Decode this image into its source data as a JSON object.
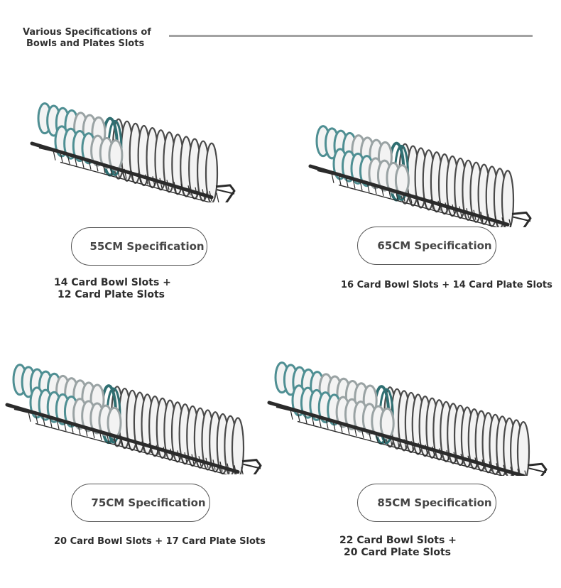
{
  "header": {
    "title_line1": "Various Specifications of",
    "title_line2": "Bowls and Plates Slots"
  },
  "specs": [
    {
      "label": "55CM Specification",
      "slots_line1": "14 Card Bowl Slots +",
      "slots_line2": "12 Card Plate Slots",
      "bowls": 14,
      "plates": 12
    },
    {
      "label": "65CM Specification",
      "slots_line1": "16 Card Bowl Slots + 14 Card Plate Slots",
      "slots_line2": "",
      "bowls": 16,
      "plates": 14
    },
    {
      "label": "75CM Specification",
      "slots_line1": "20 Card Bowl Slots + 17 Card Plate Slots",
      "slots_line2": "",
      "bowls": 20,
      "plates": 17
    },
    {
      "label": "85CM Specification",
      "slots_line1": "22 Card Bowl Slots +",
      "slots_line2": "20 Card Plate Slots",
      "bowls": 22,
      "plates": 20
    }
  ],
  "colors": {
    "rack_frame": "#2b2b2b",
    "plate_face": "#f3f3f3",
    "plate_rim": "#4a4a4a",
    "bowl_teal": "#4f8f93",
    "divider_teal": "#2f6f72",
    "pill_border": "#555555"
  }
}
